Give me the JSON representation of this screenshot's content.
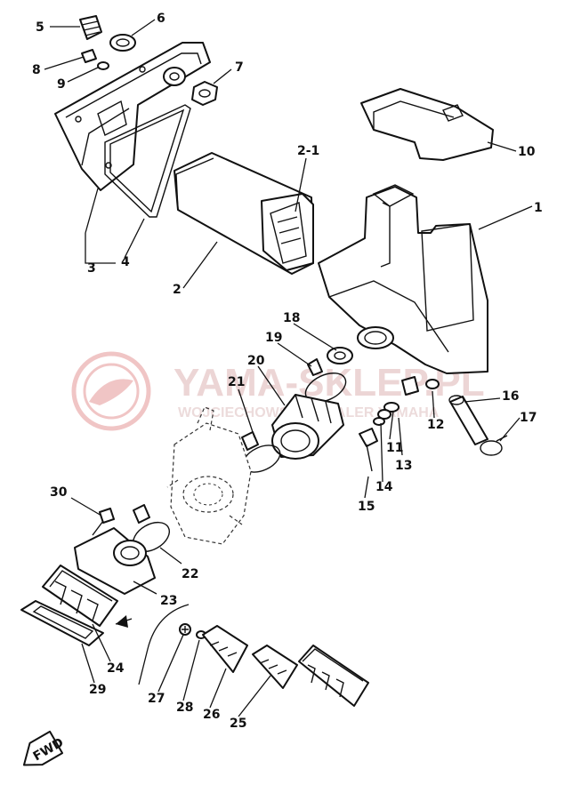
{
  "watermark": {
    "title": "YAMA-SKLEP.PL",
    "subtitle": "WOJCIECHOWSKI - DEALER YAMAHA",
    "color": "#e0a0a0"
  },
  "fwd_label": "FWD",
  "callouts": [
    "1",
    "2",
    "2-1",
    "3",
    "4",
    "5",
    "6",
    "7",
    "8",
    "9",
    "10",
    "11",
    "12",
    "13",
    "14",
    "15",
    "16",
    "17",
    "18",
    "19",
    "20",
    "21",
    "22",
    "23",
    "24",
    "25",
    "26",
    "27",
    "28",
    "29",
    "30"
  ]
}
